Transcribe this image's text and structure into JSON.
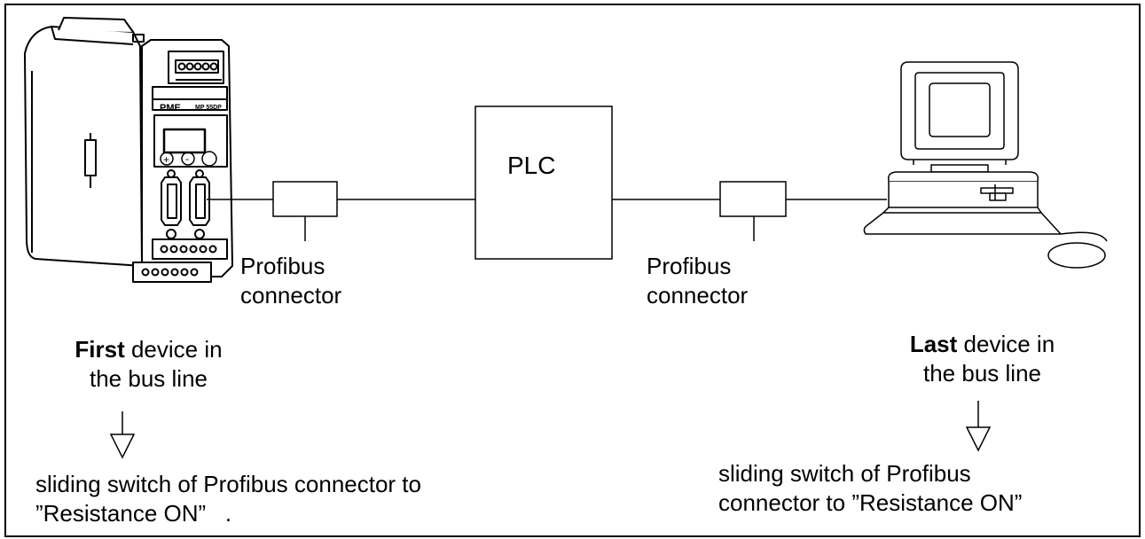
{
  "plc": {
    "label": "PLC"
  },
  "connectors": [
    {
      "line1": "Profibus",
      "line2": "connector"
    },
    {
      "line1": "Profibus",
      "line2": "connector"
    }
  ],
  "device": {
    "brand": "PME",
    "model": "MP 55DP"
  },
  "first_device": {
    "bold": "First",
    "rest": " device in",
    "line2": "the bus line",
    "instruction_line1": "sliding switch of Profibus connector to",
    "instruction_line2": "”Resistance ON”   ."
  },
  "last_device": {
    "bold": "Last",
    "rest": " device in",
    "line2": "the bus line",
    "instruction_line1": "sliding switch of Profibus",
    "instruction_line2": "connector to ”Resistance ON”"
  },
  "icons": [
    "plc-device-module",
    "desktop-computer",
    "down-arrow"
  ]
}
